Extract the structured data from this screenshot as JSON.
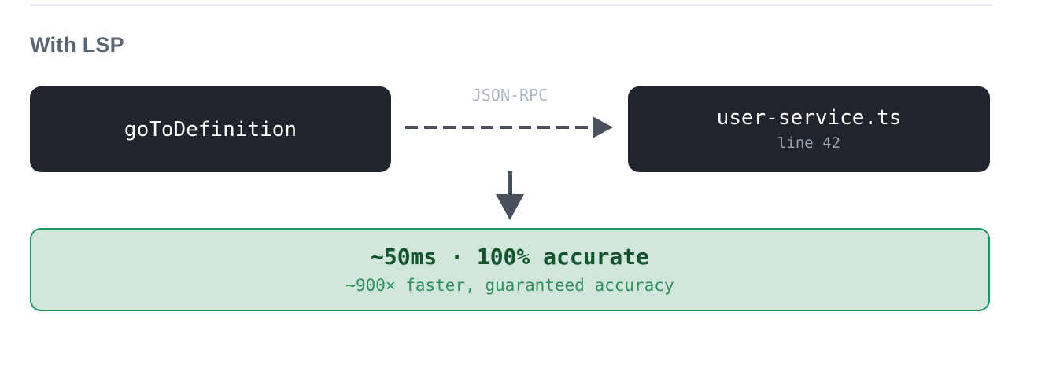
{
  "divider": {
    "name": "top-divider",
    "color": "#e9edf2"
  },
  "section": {
    "title": "With LSP",
    "title_color": "#5b6673"
  },
  "nodes": [
    {
      "id": "request",
      "title": "goToDefinition",
      "subtitle": "",
      "bg": "#21242c",
      "title_color": "#ffffff"
    },
    {
      "id": "target",
      "title": "user-service.ts",
      "subtitle": "line 42",
      "bg": "#21242c",
      "title_color": "#ffffff",
      "subtitle_color": "#9aa3af"
    }
  ],
  "connector": {
    "label": "JSON-RPC",
    "label_color": "#aeb6c2",
    "style": "dashed",
    "direction": "left-to-right",
    "color": "#4a515c"
  },
  "down_connector": {
    "style": "solid",
    "direction": "top-to-bottom",
    "color": "#4a515c"
  },
  "result": {
    "headline": "~50ms · 100% accurate",
    "detail": "~900× faster, guaranteed accuracy",
    "bg": "#d2e7dc",
    "border_color": "#239160",
    "headline_color": "#14532d",
    "detail_color": "#2f8f5b"
  }
}
